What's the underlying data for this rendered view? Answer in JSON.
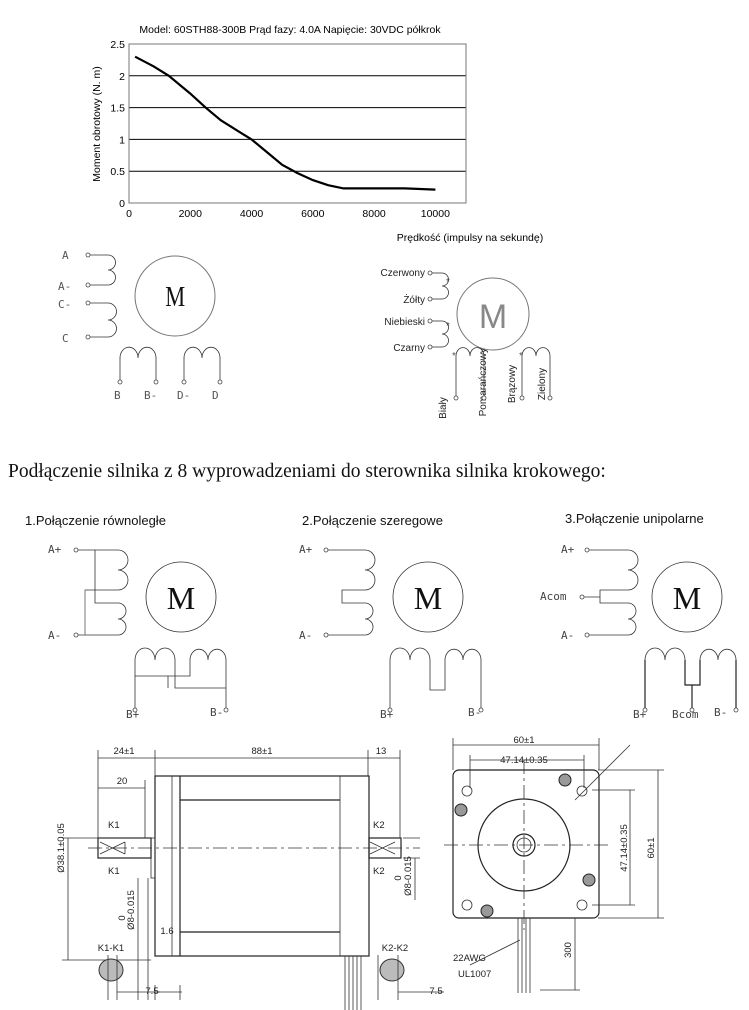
{
  "chart_data": {
    "type": "line",
    "title": "Model: 60STH88-300B  Prąd fazy: 4.0A  Napięcie: 30VDC półkrok",
    "xlabel": "Prędkość (impulsy na sekundę)",
    "ylabel": "Moment obrotowy (N. m)",
    "xlim": [
      0,
      11000
    ],
    "ylim": [
      0,
      2.5
    ],
    "xticks": [
      "0",
      "2000",
      "4000",
      "6000",
      "8000",
      "10000"
    ],
    "yticks": [
      "0",
      "0.5",
      "1",
      "1.5",
      "2",
      "2.5"
    ],
    "grid": "horizontal",
    "series": [
      {
        "name": "torque",
        "x": [
          200,
          800,
          1300,
          2000,
          2500,
          3000,
          3500,
          4000,
          4500,
          5000,
          5500,
          6000,
          6500,
          7000,
          8000,
          9000,
          10000
        ],
        "y": [
          2.3,
          2.15,
          2.0,
          1.72,
          1.5,
          1.3,
          1.15,
          1.0,
          0.8,
          0.6,
          0.47,
          0.36,
          0.28,
          0.23,
          0.23,
          0.23,
          0.21
        ]
      }
    ]
  },
  "wiring_generic": {
    "motor": "M",
    "left": [
      "A",
      "A-",
      "C-",
      "C"
    ],
    "bottom": [
      "B",
      "B-",
      "D-",
      "D"
    ]
  },
  "wiring_colors": {
    "motor": "M",
    "left": [
      "Czerwony",
      "Żółty",
      "Niebieski",
      "Czarny"
    ],
    "bottom": [
      "Biały",
      "Pomarańczowy",
      "Brązowy",
      "Zielony"
    ],
    "marker": "*"
  },
  "heading": "Podłączenie silnika z 8 wyprowadzeniami do sterownika silnika krokowego:",
  "connections": [
    {
      "title": "1.Połączenie równoległe",
      "motor": "M",
      "a_plus": "A+",
      "a_minus": "A-",
      "b_plus": "B+",
      "b_minus": "B-"
    },
    {
      "title": "2.Połączenie szeregowe",
      "motor": "M",
      "a_plus": "A+",
      "a_minus": "A-",
      "b_plus": "B+",
      "b_minus": "B-"
    },
    {
      "title": "3.Połączenie unipolarne",
      "motor": "M",
      "a_plus": "A+",
      "a_com": "Acom",
      "a_minus": "A-",
      "b_plus": "B+",
      "b_com": "Bcom",
      "b_minus": "B-"
    }
  ],
  "dimensions": {
    "shaft_len": "24±1",
    "body_len": "88±1",
    "rear_shaft": "13",
    "key_len": "20",
    "k1": "K1",
    "k2": "K2",
    "pilot_dia": "Ø38.1±0.05",
    "tol_zero": "0",
    "shaft_dia": "Ø8-0.015",
    "flange": "1.6",
    "sec_k1": "K1-K1",
    "sec_k2": "K2-K2",
    "flat": "7.5",
    "frame": "60±1",
    "hole_pitch": "47.14±0.35",
    "wire_gauge": "22AWG",
    "wire_type": "UL1007",
    "lead_len": "300"
  }
}
